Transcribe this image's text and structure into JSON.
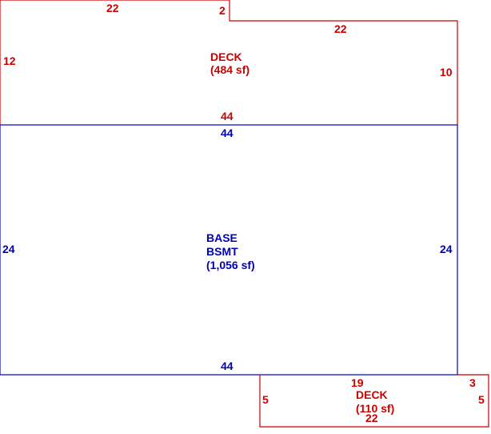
{
  "colors": {
    "deck": "#cc0000",
    "base": "#0000bb",
    "background": "#ffffff"
  },
  "upper_deck": {
    "name": "DECK",
    "area": "(484 sf)",
    "dims": {
      "top_left": "22",
      "step": "2",
      "top_right": "22",
      "left": "12",
      "right": "10",
      "bottom": "44"
    }
  },
  "base": {
    "name_line1": "BASE",
    "name_line2": "BSMT",
    "area": "(1,056 sf)",
    "dims": {
      "top": "44",
      "left": "24",
      "right": "24",
      "bottom": "44"
    }
  },
  "lower_deck": {
    "name": "DECK",
    "area": "(110 sf)",
    "dims": {
      "top": "19",
      "step": "3",
      "left": "5",
      "right": "5",
      "bottom": "22"
    }
  }
}
